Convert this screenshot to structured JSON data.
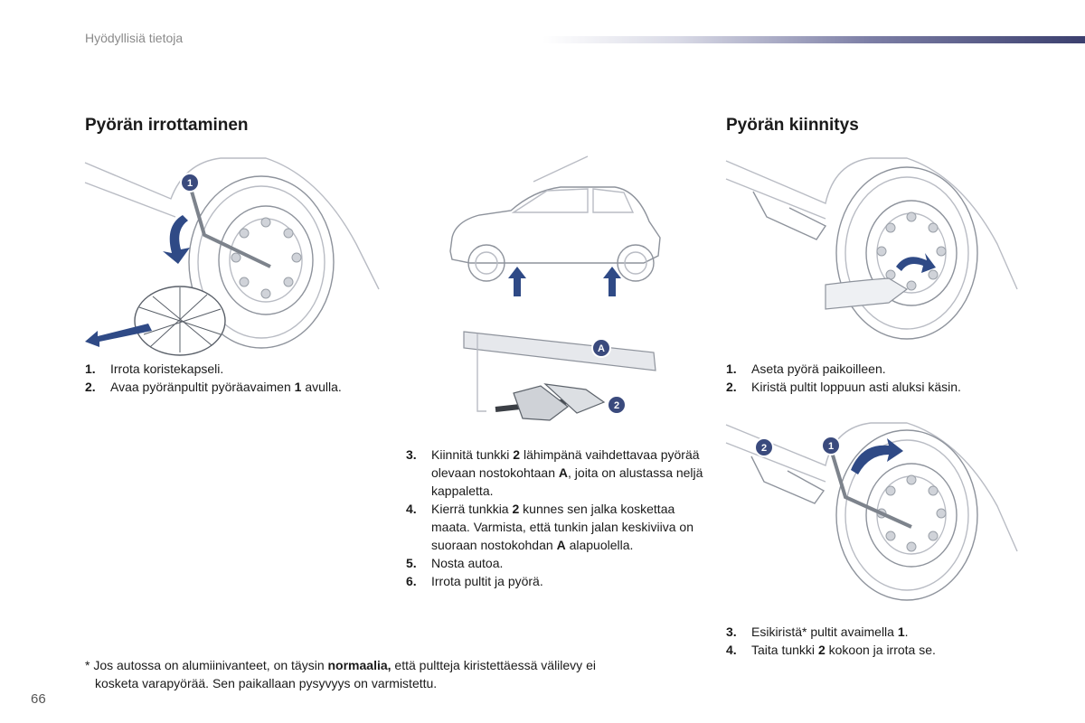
{
  "header": {
    "title": "Hyödyllisiä tietoja"
  },
  "sections": {
    "removal": {
      "title": "Pyörän irrottaminen",
      "steps": [
        {
          "num": "1.",
          "parts": [
            "Irrota koristekapseli."
          ]
        },
        {
          "num": "2.",
          "parts": [
            "Avaa pyöränpultit pyöräavaimen ",
            "1",
            " avulla."
          ]
        }
      ]
    },
    "jack": {
      "steps": [
        {
          "num": "3.",
          "parts": [
            "Kiinnitä tunkki ",
            "2",
            " lähimpänä vaihdettavaa pyörää olevaan nostokohtaan ",
            "A",
            ", joita on alustassa neljä kappaletta."
          ]
        },
        {
          "num": "4.",
          "parts": [
            "Kierrä tunkkia ",
            "2",
            " kunnes sen jalka koskettaa maata. Varmista, että tunkin jalan keskiviiva on suoraan nostokohdan ",
            "A",
            " alapuolella."
          ]
        },
        {
          "num": "5.",
          "parts": [
            "Nosta autoa."
          ]
        },
        {
          "num": "6.",
          "parts": [
            "Irrota pultit ja pyörä."
          ]
        }
      ]
    },
    "mounting": {
      "title": "Pyörän kiinnitys",
      "steps_top": [
        {
          "num": "1.",
          "parts": [
            "Aseta pyörä paikoilleen."
          ]
        },
        {
          "num": "2.",
          "parts": [
            "Kiristä pultit loppuun asti aluksi käsin."
          ]
        }
      ],
      "steps_bottom": [
        {
          "num": "3.",
          "parts": [
            "Esikiristä* pultit avaimella ",
            "1",
            "."
          ]
        },
        {
          "num": "4.",
          "parts": [
            "Taita tunkki ",
            "2",
            " kokoon ja irrota se."
          ]
        }
      ]
    }
  },
  "footnote": {
    "line1_before": "* Jos autossa on alumiinivanteet, on täysin ",
    "line1_bold": "normaalia,",
    "line1_after": " että pultteja kiristettäessä välilevy ei",
    "line2": "kosketa varapyörää. Sen paikallaan pysyvyys on varmistettu."
  },
  "badges": {
    "one": "1",
    "two": "2",
    "a": "A"
  },
  "page_number": "66",
  "colors": {
    "accent": "#3a4a7d",
    "arrow": "#2f4a86",
    "line_art": "#b9bcc4"
  }
}
